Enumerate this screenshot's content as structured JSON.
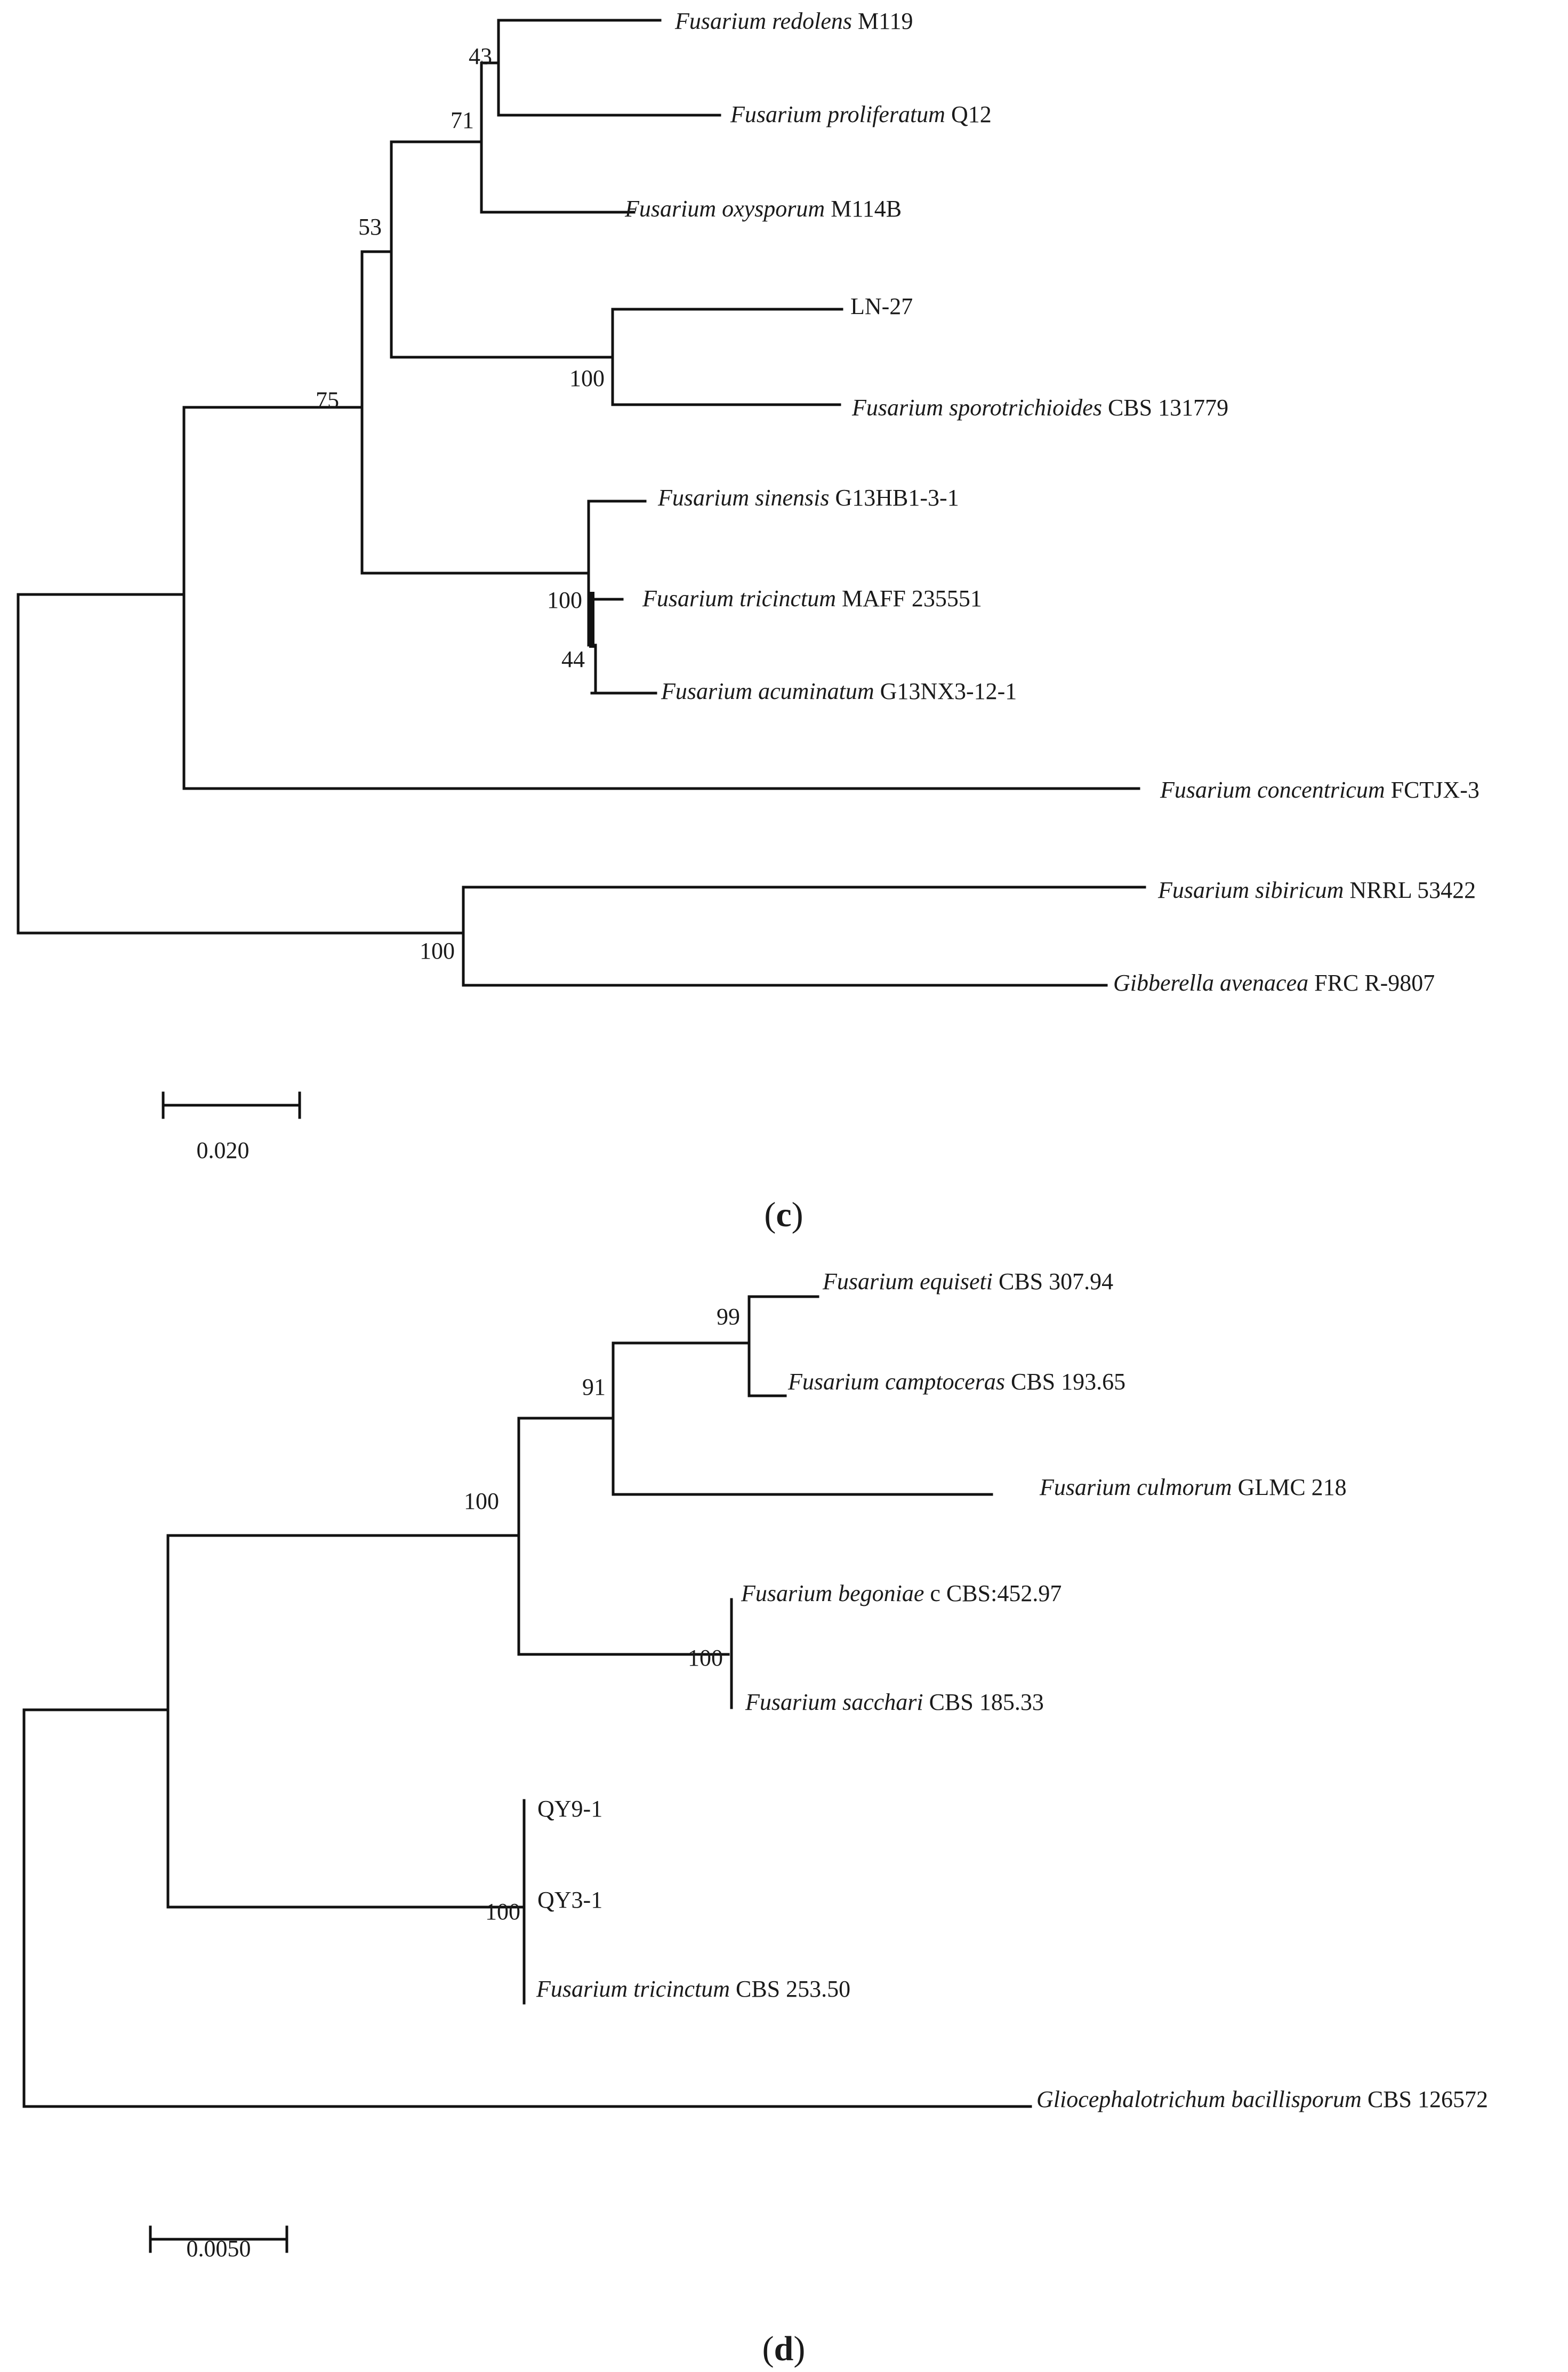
{
  "panels": [
    {
      "letter": "c",
      "scale_label": "0.020",
      "taxa": [
        {
          "species": "Fusarium redolens",
          "strain": "M119"
        },
        {
          "species": "Fusarium proliferatum",
          "strain": "Q12"
        },
        {
          "species": "Fusarium oxysporum",
          "strain": "M114B"
        },
        {
          "species": "",
          "strain": "LN-27"
        },
        {
          "species": "Fusarium sporotrichioides",
          "strain": "CBS 131779"
        },
        {
          "species": "Fusarium sinensis",
          "strain": "G13HB1-3-1"
        },
        {
          "species": "Fusarium tricinctum",
          "strain": "MAFF 235551"
        },
        {
          "species": "Fusarium acuminatum",
          "strain": "G13NX3-12-1"
        },
        {
          "species": "Fusarium concentricum",
          "strain": "FCTJX-3"
        },
        {
          "species": "Fusarium sibiricum",
          "strain": "NRRL 53422"
        },
        {
          "species": "Gibberella avenacea",
          "strain": "FRC R-9807"
        }
      ],
      "bootstrap": [
        "43",
        "71",
        "53",
        "75",
        "100",
        "100",
        "44",
        "100"
      ]
    },
    {
      "letter": "d",
      "scale_label": "0.0050",
      "taxa": [
        {
          "species": "Fusarium equiseti",
          "strain": "CBS 307.94"
        },
        {
          "species": "Fusarium camptoceras",
          "strain": "CBS 193.65"
        },
        {
          "species": "Fusarium culmorum",
          "strain": "GLMC 218"
        },
        {
          "species": "Fusarium begoniae",
          "strain": "c CBS:452.97"
        },
        {
          "species": "Fusarium sacchari",
          "strain": "CBS 185.33"
        },
        {
          "species": "",
          "strain": "QY9-1"
        },
        {
          "species": "",
          "strain": "QY3-1"
        },
        {
          "species": "Fusarium tricinctum",
          "strain": "CBS 253.50"
        },
        {
          "species": "Gliocephalotrichum bacillisporum",
          "strain": "CBS 126572"
        }
      ],
      "bootstrap": [
        "99",
        "91",
        "100",
        "100",
        "100"
      ]
    }
  ]
}
